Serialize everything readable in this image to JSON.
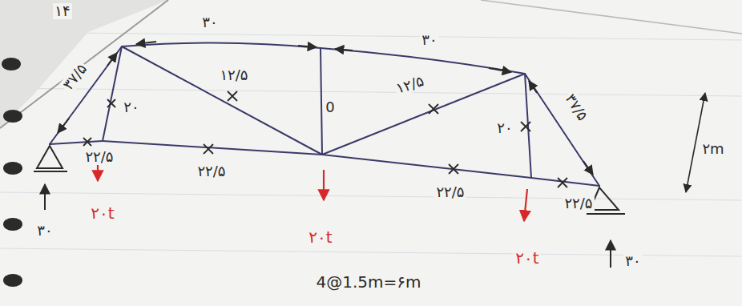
{
  "diagram": {
    "labels": [
      "۱۴",
      "۳۰",
      "۳۰",
      "۳۷/۵",
      "۲۰",
      "۱۲/۵",
      "0",
      "۱۲/۵",
      "۲۰",
      "۳۷/۵",
      "۲۲/۵",
      "۲۲/۵",
      "۲۲/۵",
      "۲۲/۵",
      "۲۰t",
      "۲۰t",
      "۲۰t",
      "۳۰",
      "۳۰",
      "۲m",
      "4@1.5m=۶m"
    ]
  }
}
